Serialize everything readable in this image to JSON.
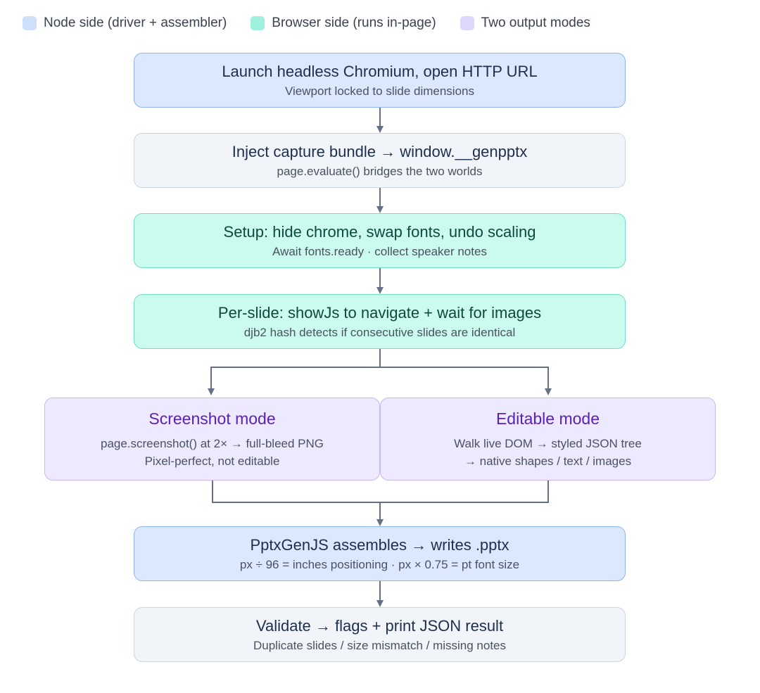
{
  "legend": [
    {
      "label": "Node side (driver + assembler)",
      "color": "#cde0fb"
    },
    {
      "label": "Browser side (runs in-page)",
      "color": "#9ff0dc"
    },
    {
      "label": "Two output modes",
      "color": "#ddd6fd"
    }
  ],
  "steps": {
    "launch": {
      "title": "Launch headless Chromium, open HTTP URL",
      "sub": "Viewport locked to slide dimensions"
    },
    "inject": {
      "title": "Inject capture bundle → window.__genpptx",
      "sub": "page.evaluate() bridges the two worlds"
    },
    "setup": {
      "title": "Setup: hide chrome, swap fonts, undo scaling",
      "sub": "Await fonts.ready · collect speaker notes"
    },
    "perslide": {
      "title": "Per-slide: showJs to navigate + wait for images",
      "sub": "djb2 hash detects if consecutive slides are identical"
    },
    "screenshot": {
      "title": "Screenshot mode",
      "line1": "page.screenshot() at 2× → full-bleed PNG",
      "line2": "Pixel-perfect, not editable"
    },
    "editable": {
      "title": "Editable mode",
      "line1": "Walk live DOM → styled JSON tree",
      "line2": "→ native shapes / text / images"
    },
    "assemble": {
      "title": "PptxGenJS assembles → writes .pptx",
      "sub": "px ÷ 96 = inches positioning · px × 0.75 = pt font size"
    },
    "validate": {
      "title": "Validate → flags + print JSON result",
      "sub": "Duplicate slides / size mismatch / missing notes"
    }
  },
  "colors": {
    "connector": "#667085"
  }
}
